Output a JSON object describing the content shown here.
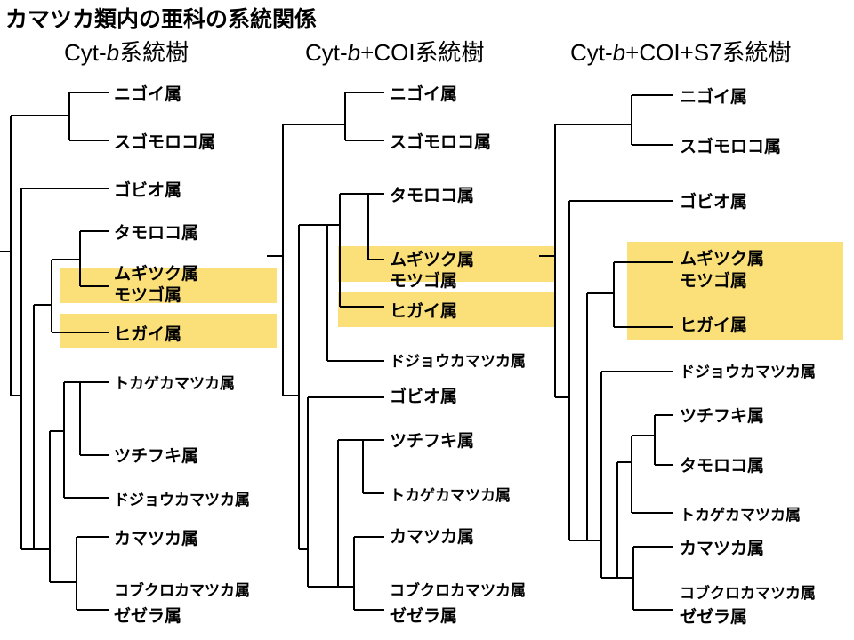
{
  "title": "カマツカ類内の亜科の系統関係",
  "highlight_color": "#fbe07a",
  "trees": [
    {
      "title_prefix": "Cyt-",
      "title_italic": "b",
      "title_suffix": "系統樹",
      "taxa": {
        "t1": "ニゴイ属",
        "t2": "スゴモロコ属",
        "t3": "ゴビオ属",
        "t4": "タモロコ属",
        "t5": "ムギツク属",
        "t6": "モツゴ属",
        "t7": "ヒガイ属",
        "t8": "トカゲカマツカ属",
        "t9": "ツチフキ属",
        "t10": "ドジョウカマツカ属",
        "t11": "カマツカ属",
        "t12": "コブクロカマツカ属",
        "t13": "ゼゼラ属"
      }
    },
    {
      "title_prefix": "Cyt-",
      "title_italic": "b",
      "title_suffix": "+COI系統樹",
      "taxa": {
        "t1": "ニゴイ属",
        "t2": "スゴモロコ属",
        "t3": "タモロコ属",
        "t4": "ムギツク属",
        "t5": "モツゴ属",
        "t6": "ヒガイ属",
        "t7": "ドジョウカマツカ属",
        "t8": "ゴビオ属",
        "t9": "ツチフキ属",
        "t10": "トカゲカマツカ属",
        "t11": "カマツカ属",
        "t12": "コブクロカマツカ属",
        "t13": "ゼゼラ属"
      }
    },
    {
      "title_prefix": "Cyt-",
      "title_italic": "b",
      "title_suffix": "+COI+S7系統樹",
      "taxa": {
        "t1": "ニゴイ属",
        "t2": "スゴモロコ属",
        "t3": "ゴビオ属",
        "t4": "ムギツク属",
        "t5": "モツゴ属",
        "t6": "ヒガイ属",
        "t7": "ドジョウカマツカ属",
        "t8": "ツチフキ属",
        "t9": "タモロコ属",
        "t10": "トカゲカマツカ属",
        "t11": "カマツカ属",
        "t12": "コブクロカマツカ属",
        "t13": "ゼゼラ属"
      }
    }
  ]
}
